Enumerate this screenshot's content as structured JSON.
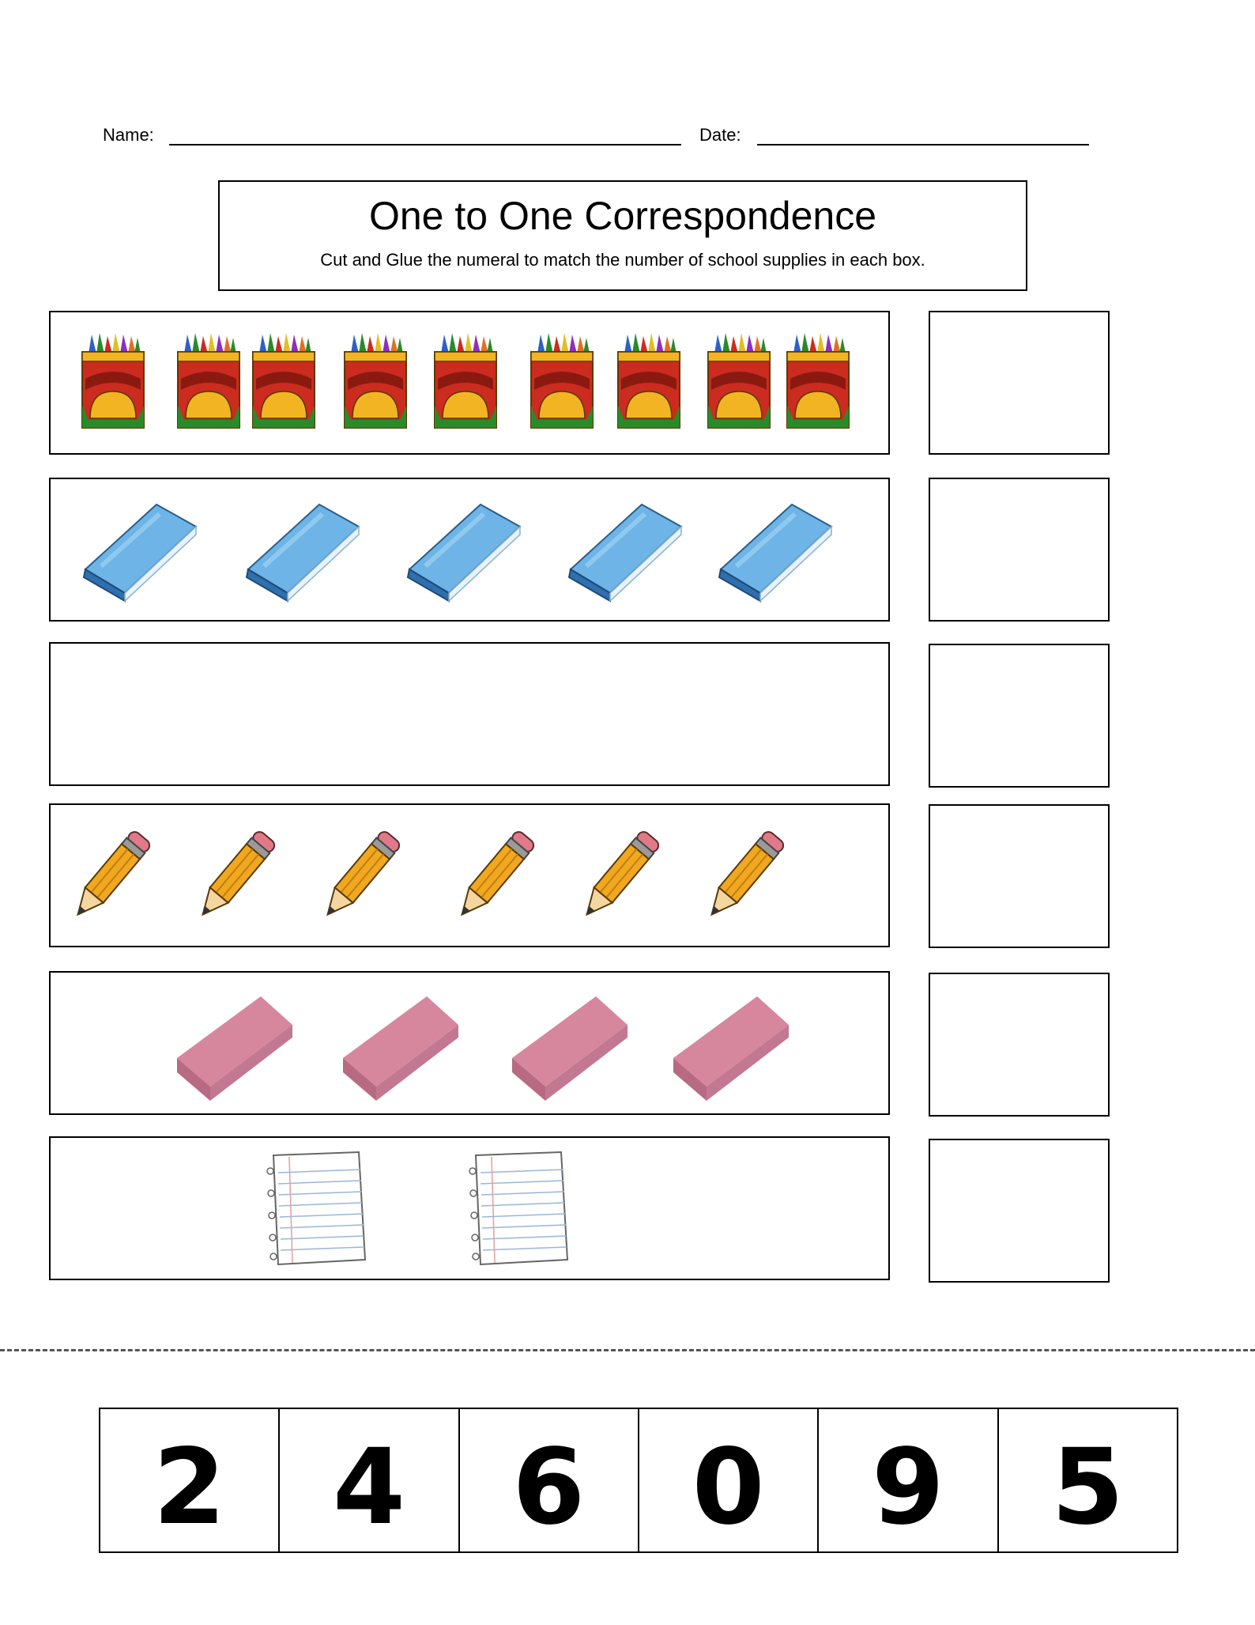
{
  "header": {
    "name_label": "Name:",
    "date_label": "Date:"
  },
  "title_box": {
    "title": "One to One Correspondence",
    "instructions": "Cut and Glue the numeral to match the number of school supplies in each box."
  },
  "rows": [
    {
      "item": "crayon-box",
      "count": 9
    },
    {
      "item": "book",
      "count": 5
    },
    {
      "item": "empty",
      "count": 0
    },
    {
      "item": "pencil",
      "count": 6
    },
    {
      "item": "eraser",
      "count": 4
    },
    {
      "item": "notebook-paper",
      "count": 2
    }
  ],
  "cutouts": {
    "numbers": [
      "2",
      "4",
      "6",
      "0",
      "9",
      "5"
    ]
  },
  "colors": {
    "crayon_box_red": "#cc2b1f",
    "crayon_box_yellow": "#f2b422",
    "crayon_box_green": "#2a8a2a",
    "book_blue": "#4a90c8",
    "pencil_yellow": "#f0a820",
    "eraser_pink": "#d6879e"
  }
}
